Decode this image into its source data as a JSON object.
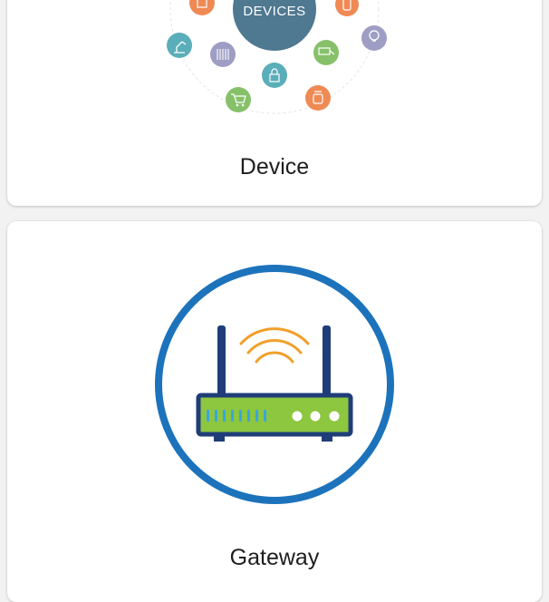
{
  "cards": [
    {
      "label": "Device",
      "illustration": {
        "center_text": "DEVICES"
      }
    },
    {
      "label": "Gateway"
    }
  ],
  "colors": {
    "hub": "#4f7891",
    "orange": "#ef8a55",
    "teal": "#5aaeb9",
    "lavender": "#9e9ec5",
    "green": "#86c16a",
    "ring_blue": "#1c73bb",
    "antenna": "#1f3d78",
    "router_body": "#8dc63f",
    "wifi": "#f0a02a",
    "led": "#3aa6df"
  },
  "icons": [
    "fridge-icon",
    "thermostat-icon",
    "bulb-icon",
    "camera-icon",
    "lock-icon",
    "radiator-icon",
    "robot-arm-icon",
    "cart-icon",
    "jar-icon"
  ]
}
